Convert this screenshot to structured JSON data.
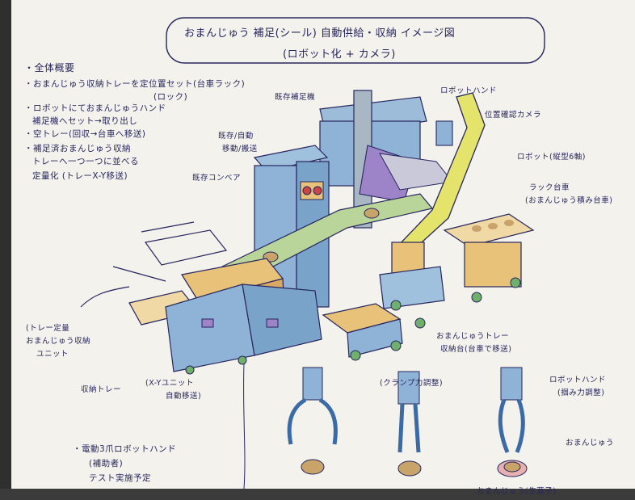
{
  "title": {
    "line1": "おまんじゅう 補足(シール) 自動供給・収納 イメージ図",
    "line2": "(ロボット化 + カメラ)"
  },
  "overview": {
    "heading": "・全体概要",
    "lines": [
      "・おまんじゅう収納トレーを定位置セット(台車ラック)",
      "(ロック)",
      "・ロボットにておまんじゅうハンド",
      "補足機へセット→取り出し",
      "・空トレー(回収→台車へ移送)",
      "・補足済おまんじゅう収納",
      "トレーへ一つ一つに並べる",
      "定量化 (トレーX-Y移送)"
    ]
  },
  "labels": {
    "existing_machine": "既存補足機",
    "robot_hand": "ロボットハンド",
    "camera": "位置確認カメラ",
    "existing_conveyor_top": "既存/自動",
    "existing_conveyor_top2": "移動/搬送",
    "existing_conveyor": "既存コンベア",
    "robot": "ロボット(縦型6軸)",
    "rack_line1": "ラック台車",
    "rack_line2": "(おまんじゅう積み台車)",
    "tray_line1": "おまんじゅうトレー",
    "tray_line2": "収納台(台車で移送)",
    "unit_line1": "(トレー定量",
    "unit_line2": "おまんじゅう収納",
    "unit_line3": "ユニット",
    "storage_tray": "収納トレー",
    "xy_line1": "(X-Yユニット",
    "xy_line2": "自動移送)",
    "gripper_adjust": "(クランプ力調整)",
    "hand_line1": "ロボットハンド",
    "hand_line2": "(掴み力調整)",
    "omanju": "おまんじゅう",
    "hand_proposal_line1": "・電動3爪ロボットハンド",
    "hand_proposal_line2": "(補助者)",
    "hand_proposal_line3": "テスト実施予定",
    "bottom_right": "おまんじゅう(生菓子)"
  },
  "colors": {
    "ink": "#27265e",
    "paper": "#f3f2ec",
    "machine_blue": "#8fb3d6",
    "robot_yellow": "#e4e36b",
    "tray_orange": "#e9c27a",
    "conveyor_green": "#b9d59a",
    "wheel_green": "#6fb06a",
    "purple": "#9d84c9"
  }
}
